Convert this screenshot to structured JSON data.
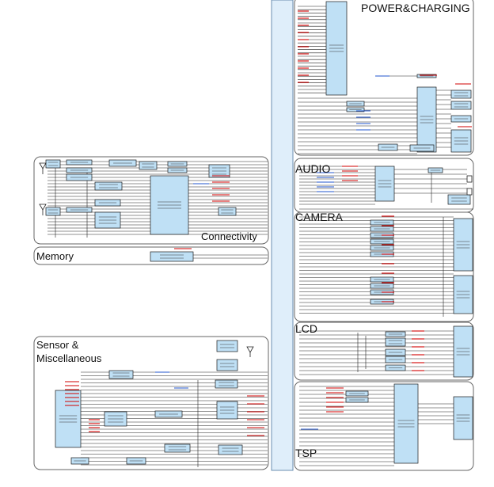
{
  "sections": {
    "power": "POWER&CHARGING",
    "audio": "AUDIO",
    "camera": "CAMERA",
    "lcd": "LCD",
    "tsp": "TSP",
    "connectivity": "Connectivity",
    "memory": "Memory",
    "sensor_line1": "Sensor &",
    "sensor_line2": "Miscellaneous"
  },
  "colors": {
    "block_fill": "#bfe0f5",
    "block_stroke": "#1a1a1a",
    "panel_stroke": "#666666",
    "signal_label": "#d00000",
    "net_label": "#2255cc",
    "bus_fill": "#dfeefa",
    "bus_stroke": "#6b8fb0"
  },
  "icons": {
    "antenna": "antenna-icon",
    "connector": "connector-icon"
  }
}
